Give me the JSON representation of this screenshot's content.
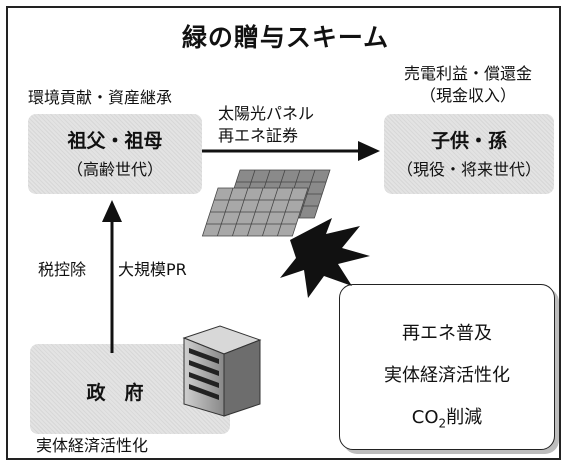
{
  "title": "緑の贈与スキーム",
  "grandparents": {
    "top_note": "環境貢献・資産継承",
    "label": "祖父・祖母",
    "sublabel": "（高齢世代）"
  },
  "children": {
    "top_note_line1": "売電利益・償還金",
    "top_note_line2": "（現金収入）",
    "label": "子供・孫",
    "sublabel": "（現役・将来世代）"
  },
  "arrow_gift": {
    "line1": "太陽光パネル",
    "line2": "再エネ証券"
  },
  "government": {
    "label": "政　府",
    "bottom_note": "実体経済活性化",
    "support_label1": "税控除",
    "support_label2": "大規模PR"
  },
  "effects": {
    "item1": "再エネ普及",
    "item2": "実体経済活性化",
    "item3_prefix": "CO",
    "item3_sub": "2",
    "item3_suffix": "削減"
  },
  "icons": {
    "solar_panels": "solar-panel-icon",
    "building": "building-icon",
    "burst": "burst-arrow-icon"
  },
  "colors": {
    "shade": "#e3e3e3",
    "line": "#111111"
  }
}
